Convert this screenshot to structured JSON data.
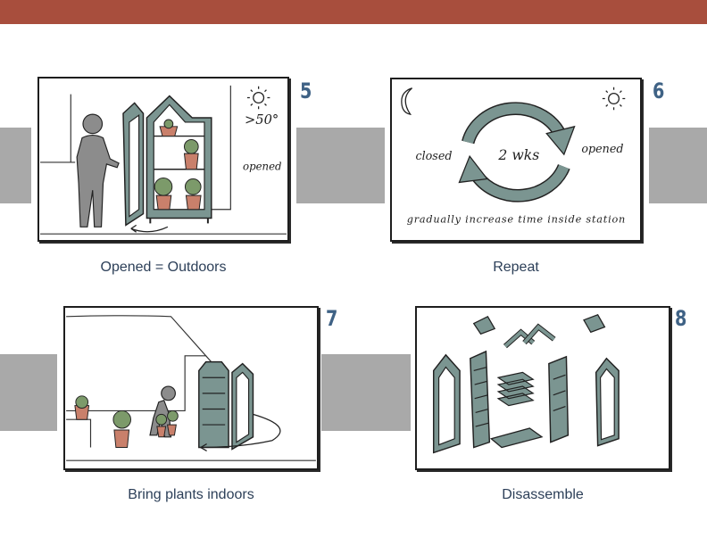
{
  "colors": {
    "top_bar": "#a84e3d",
    "step_number": "#3f6285",
    "caption": "#2c3f58",
    "connector": "#a9a9a9",
    "station_fill": "#7b9591"
  },
  "panels": [
    {
      "number": "5",
      "caption": "Opened = Outdoors",
      "labels": {
        "temperature": ">50°",
        "state": "opened"
      },
      "icons": [
        "sun-icon"
      ]
    },
    {
      "number": "6",
      "caption": "Repeat",
      "labels": {
        "closed": "closed",
        "cycle": "2 wks",
        "opened": "opened",
        "note": "gradually increase time inside station"
      },
      "icons": [
        "moon-icon",
        "sun-icon",
        "cycle-arrows-icon"
      ]
    },
    {
      "number": "7",
      "caption": "Bring plants indoors",
      "icons": []
    },
    {
      "number": "8",
      "caption": "Disassemble",
      "icons": []
    }
  ]
}
